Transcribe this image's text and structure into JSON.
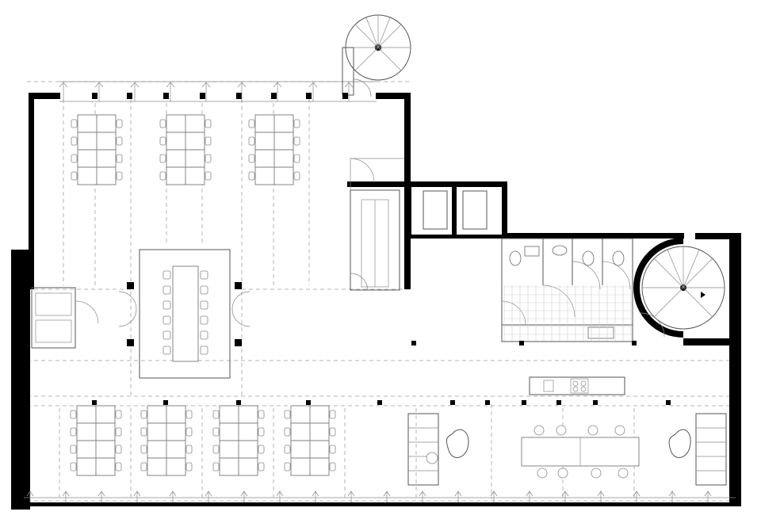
{
  "drawing": {
    "kind": "architectural floor plan",
    "style": "black and white line drawing",
    "colors": {
      "wall": "#000000",
      "line": "#555555",
      "dashed_grid": "#b5b5b5",
      "background": "#ffffff"
    },
    "spaces": [
      {
        "name": "open-plan-office-north",
        "desk_clusters": 3,
        "workstations_per_cluster": 8
      },
      {
        "name": "open-plan-office-south",
        "desk_clusters": 4,
        "workstations_per_cluster": 8
      },
      {
        "name": "glazed-meeting-room",
        "table_seats": 12
      },
      {
        "name": "enclosed-stair"
      },
      {
        "name": "elevators",
        "count": 2
      },
      {
        "name": "restrooms",
        "wc_count": 3,
        "sinks": 2
      },
      {
        "name": "spiral-stair-east"
      },
      {
        "name": "spiral-stair-roof"
      },
      {
        "name": "kitchenette"
      },
      {
        "name": "lounge",
        "long_table_seats": 8
      },
      {
        "name": "bleacher-seating",
        "count": 2
      }
    ]
  }
}
